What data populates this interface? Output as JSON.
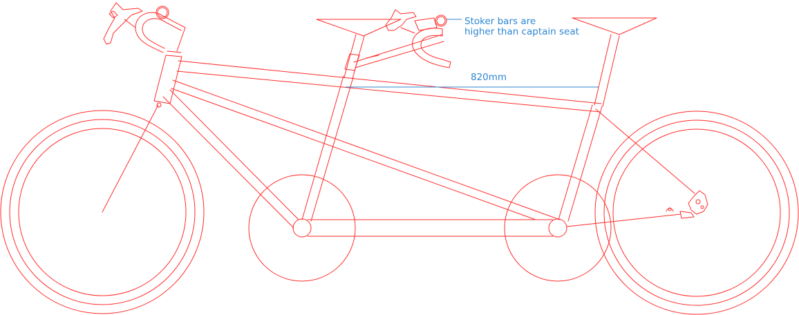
{
  "diagram": {
    "subject": "tandem bicycle side-view line drawing",
    "stroke_color": "#ff2a2a",
    "annotation_color": "#2e86d1",
    "annotations": {
      "stoker_note_line1": "Stoker bars are",
      "stoker_note_line2": "higher than captain seat",
      "dimension_label": "820mm"
    }
  }
}
